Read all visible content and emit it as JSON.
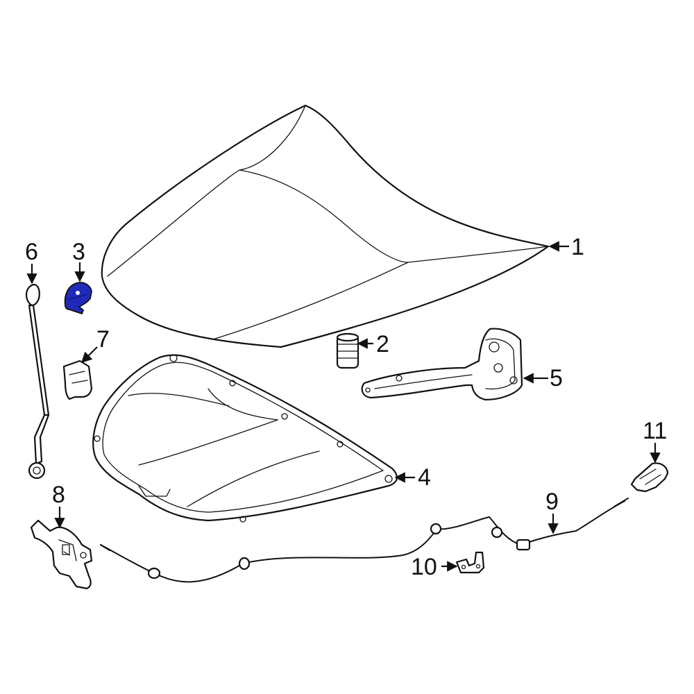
{
  "diagram": {
    "highlight_color": "#1f2bb8",
    "outline_color": "#111111",
    "background_color": "#ffffff",
    "callouts": [
      {
        "id": "1",
        "label": "1"
      },
      {
        "id": "2",
        "label": "2"
      },
      {
        "id": "3",
        "label": "3",
        "highlighted": true
      },
      {
        "id": "4",
        "label": "4"
      },
      {
        "id": "5",
        "label": "5"
      },
      {
        "id": "6",
        "label": "6"
      },
      {
        "id": "7",
        "label": "7"
      },
      {
        "id": "8",
        "label": "8"
      },
      {
        "id": "9",
        "label": "9"
      },
      {
        "id": "10",
        "label": "10"
      },
      {
        "id": "11",
        "label": "11"
      }
    ]
  }
}
